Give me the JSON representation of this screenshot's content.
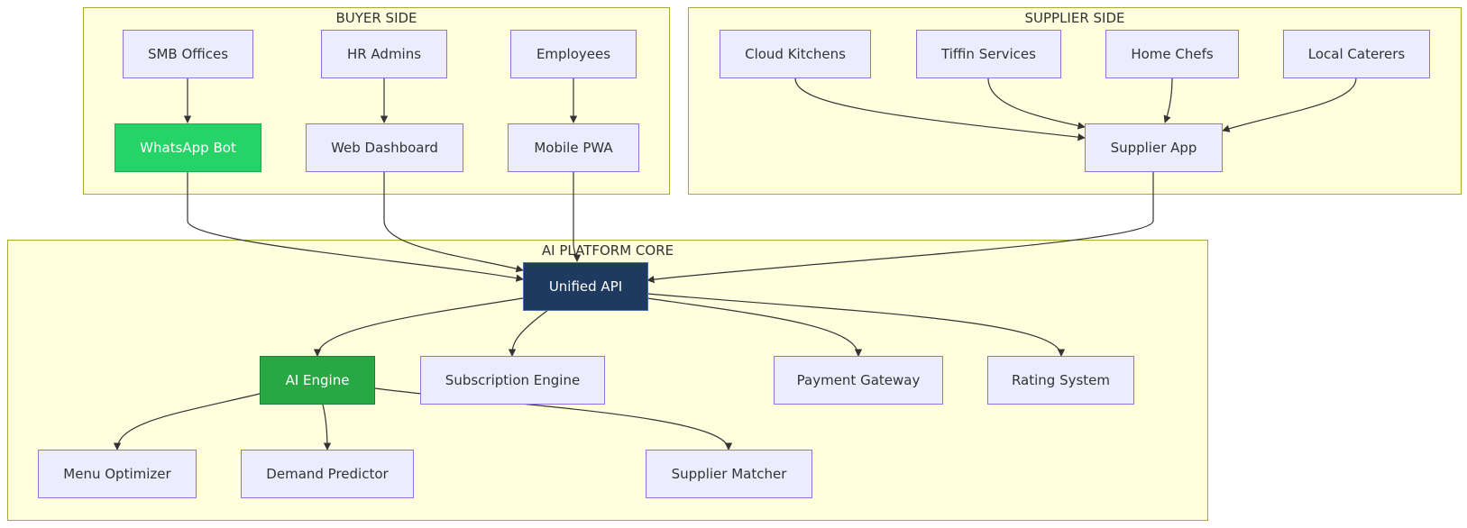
{
  "clusters": {
    "buyer": "BUYER SIDE",
    "supplier": "SUPPLIER SIDE",
    "core": "AI PLATFORM CORE"
  },
  "nodes": {
    "smb_offices": "SMB Offices",
    "hr_admins": "HR Admins",
    "employees": "Employees",
    "whatsapp_bot": "WhatsApp Bot",
    "web_dashboard": "Web Dashboard",
    "mobile_pwa": "Mobile PWA",
    "cloud_kitchens": "Cloud Kitchens",
    "tiffin_services": "Tiffin Services",
    "home_chefs": "Home Chefs",
    "local_caterers": "Local Caterers",
    "supplier_app": "Supplier App",
    "unified_api": "Unified API",
    "ai_engine": "AI Engine",
    "subscription_engine": "Subscription Engine",
    "payment_gateway": "Payment Gateway",
    "rating_system": "Rating System",
    "menu_optimizer": "Menu Optimizer",
    "demand_predictor": "Demand Predictor",
    "supplier_matcher": "Supplier Matcher"
  },
  "colors": {
    "cluster_fill": "#ffffde",
    "cluster_border": "#aaaa33",
    "node_fill": "#ececff",
    "node_border": "#9370db",
    "whatsapp": "#25d366",
    "ai_engine": "#28a745",
    "unified_api": "#1e3a5f",
    "edge": "#333333"
  }
}
